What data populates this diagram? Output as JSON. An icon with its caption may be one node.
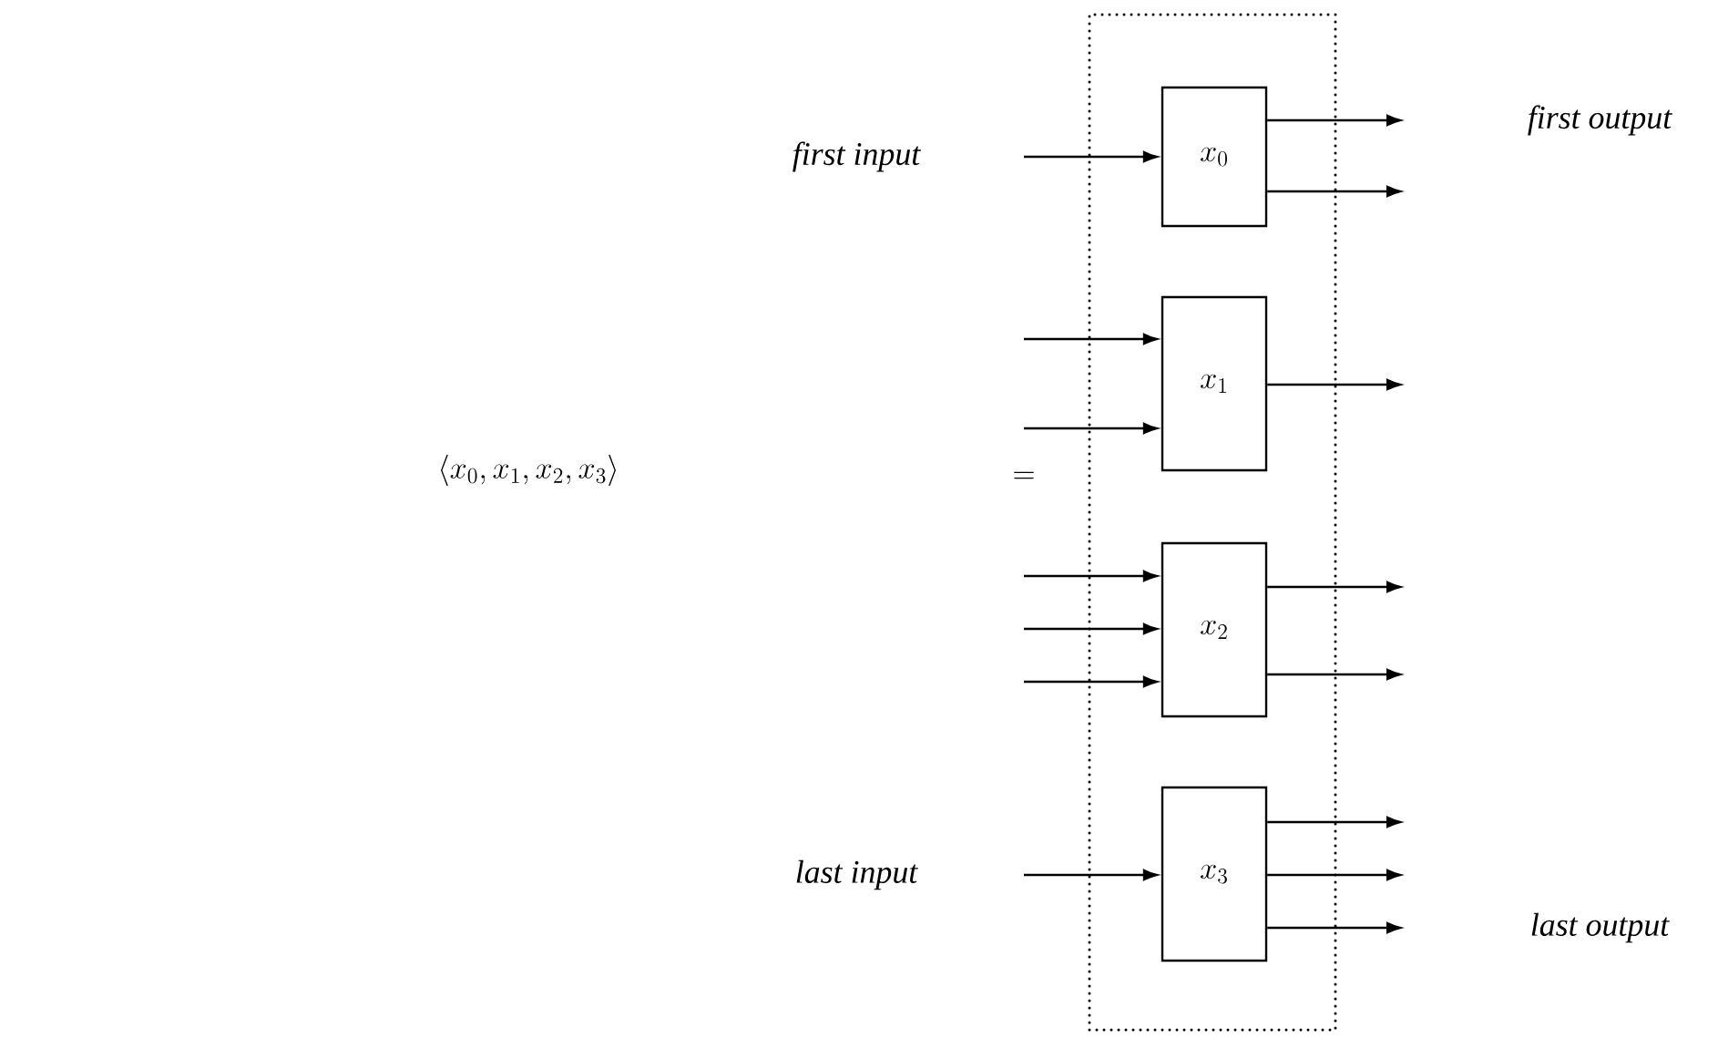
{
  "diagram": {
    "nodes": [
      {
        "text": [],
        "shape": "box"
      },
      {
        "text": [
          "x_0"
        ],
        "in": 0
      },
      {
        "text": [
          "x_1"
        ],
        "in": 0
      },
      {
        "text": [
          "x_2"
        ],
        "in": 0
      },
      {
        "text": [
          "x_3"
        ],
        "in": 0
      }
    ],
    "edges": [
      {
        "from": null,
        "to": 1,
        "arrow": "to"
      },
      {
        "from": 1,
        "to": null,
        "arrow": "to"
      },
      {
        "from": 1,
        "to": null,
        "arrow": "to"
      },
      {
        "from": null,
        "to": 2,
        "arrow": "to"
      },
      {
        "from": null,
        "to": 2,
        "arrow": "to"
      },
      {
        "from": 2,
        "to": null,
        "arrow": "to"
      },
      {
        "from": null,
        "to": 3,
        "arrow": "to"
      },
      {
        "from": null,
        "to": 3,
        "arrow": "to"
      },
      {
        "from": null,
        "to": 3,
        "arrow": "to"
      },
      {
        "from": 3,
        "to": null,
        "arrow": "to"
      },
      {
        "from": 3,
        "to": null,
        "arrow": "to"
      },
      {
        "from": null,
        "to": 4,
        "arrow": "to"
      },
      {
        "from": 4,
        "to": null,
        "arrow": "to"
      },
      {
        "from": 4,
        "to": null,
        "arrow": "to"
      },
      {
        "from": 4,
        "to": null,
        "arrow": "to"
      }
    ],
    "labels": [
      "\\langle x_0, x_1, x_2, x_3 \\rangle",
      "=",
      "first input",
      "first output",
      "last input",
      "last output"
    ]
  }
}
